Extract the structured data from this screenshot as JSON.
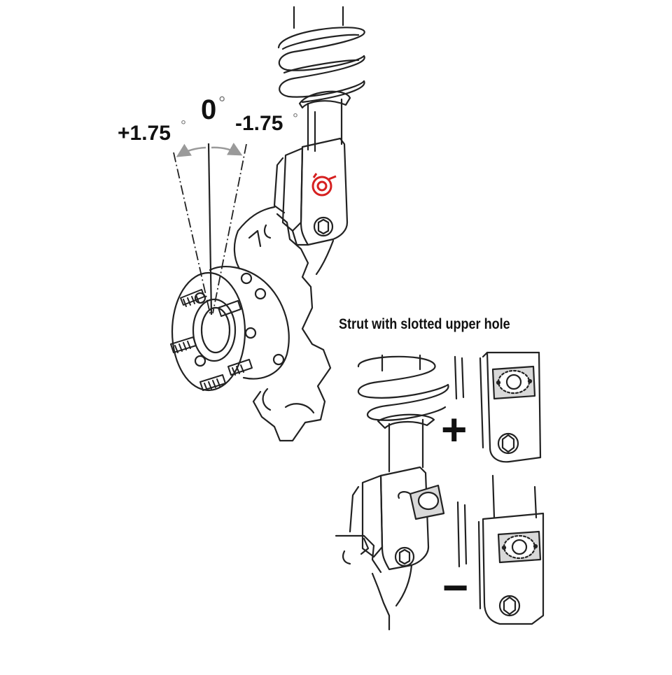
{
  "angles": {
    "positive": "+1.75",
    "zero": "0",
    "negative": "-1.75",
    "degree_symbol": "°"
  },
  "caption": "Strut with slotted upper hole",
  "signs": {
    "plus": "+",
    "minus": "−"
  },
  "colors": {
    "line": "#222222",
    "dim_arrow": "#9a9a9a",
    "highlight_bolt": "#d62020",
    "plate_fill": "#d9d9d9"
  },
  "icons": [
    "camber-bolt-icon",
    "hex-bolt-icon",
    "wheel-stud-icon"
  ]
}
